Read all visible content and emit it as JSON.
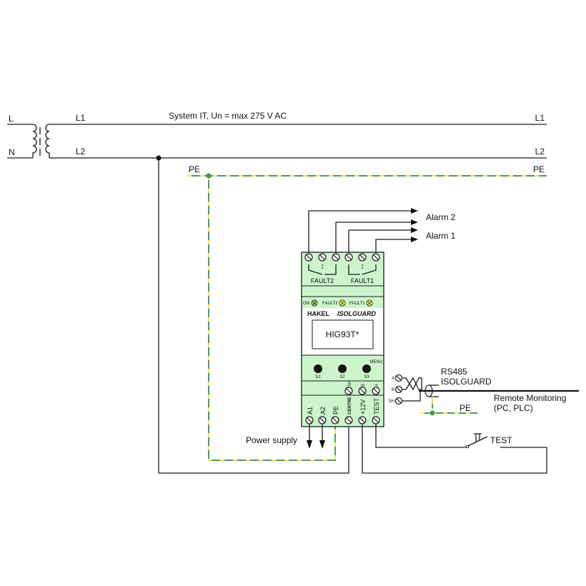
{
  "supply": {
    "left_L": "L",
    "left_N": "N",
    "line1_label": "L1",
    "line2_label": "L2",
    "line1_label_right": "L1",
    "line2_label_right": "L2",
    "system_label": "System IT, Un = max 275 V AC",
    "pe_label_left": "PE",
    "pe_label_right": "PE"
  },
  "alarms": {
    "alarm2": "Alarm 2",
    "alarm1": "Alarm 1"
  },
  "device": {
    "fault2_label": "FAULT2",
    "fault1_label": "FAULT1",
    "led_on": "ON",
    "led_fault2": "FAULT2",
    "led_fault1": "FAULT1",
    "brand": "HAKEL",
    "product_line": "ISOLGUARD",
    "display_model": "HIG93T*",
    "menu_label": "MENU",
    "buttons": [
      "S1",
      "S2",
      "S3"
    ],
    "rs485_terminals": [
      "SH",
      "B",
      "A"
    ],
    "bottom_terminals": [
      "A1",
      "A2",
      "PE",
      "CENTRE",
      "+12V",
      "TEST"
    ]
  },
  "rs485": {
    "title_line1": "RS485",
    "title_line2": "ISOLGUARD",
    "pin_a": "A",
    "pin_b": "B",
    "pin_sh": "SH",
    "pe_label": "PE",
    "remote_line1": "Remote Monitoring",
    "remote_line2": "(PC, PLC)"
  },
  "power": {
    "label": "Power supply"
  },
  "test_switch": {
    "label": "TEST"
  },
  "colors": {
    "device_fill": "#ccf5cc",
    "pe_green": "#4c9a6a",
    "pe_yellow": "#f2ec3a",
    "led_fill": "#f2ec3a",
    "led_on_fill": "#8fcf3a"
  }
}
